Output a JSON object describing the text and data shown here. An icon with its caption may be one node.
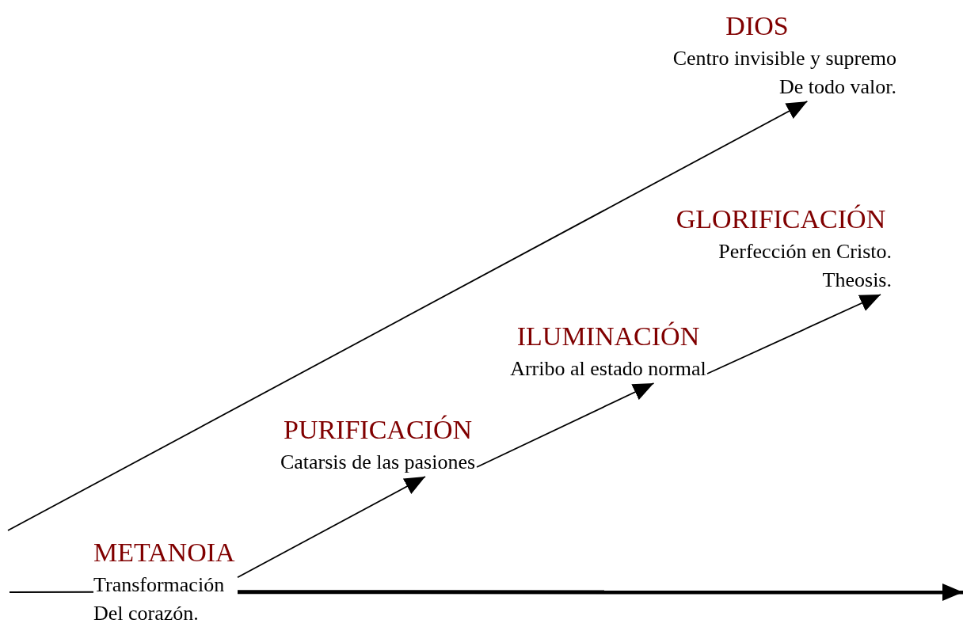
{
  "diagram": {
    "nodes": [
      {
        "text": [
          "METANOIA",
          "Transformación Del corazón."
        ]
      },
      {
        "text": [
          "PURIFICACIÓN",
          "Catarsis de las pasiones"
        ]
      },
      {
        "text": [
          "ILUMINACIÓN",
          "Arribo al estado normal"
        ]
      },
      {
        "text": [
          "GLORIFICACIÓN",
          "Perfección en Cristo. Theosis."
        ]
      },
      {
        "text": [
          "DIOS",
          "Centro invisible y supremo De todo valor."
        ]
      }
    ],
    "edges": [
      {
        "from": null,
        "to": 4,
        "arrow": "to"
      },
      {
        "from": 0,
        "to": 1,
        "arrow": "to"
      },
      {
        "from": 1,
        "to": 2,
        "arrow": "to"
      },
      {
        "from": 2,
        "to": 3,
        "arrow": "to"
      },
      {
        "from": null,
        "to": 0,
        "arrow": "none"
      },
      {
        "from": 0,
        "to": null,
        "arrow": "to",
        "style": "thick"
      }
    ]
  }
}
